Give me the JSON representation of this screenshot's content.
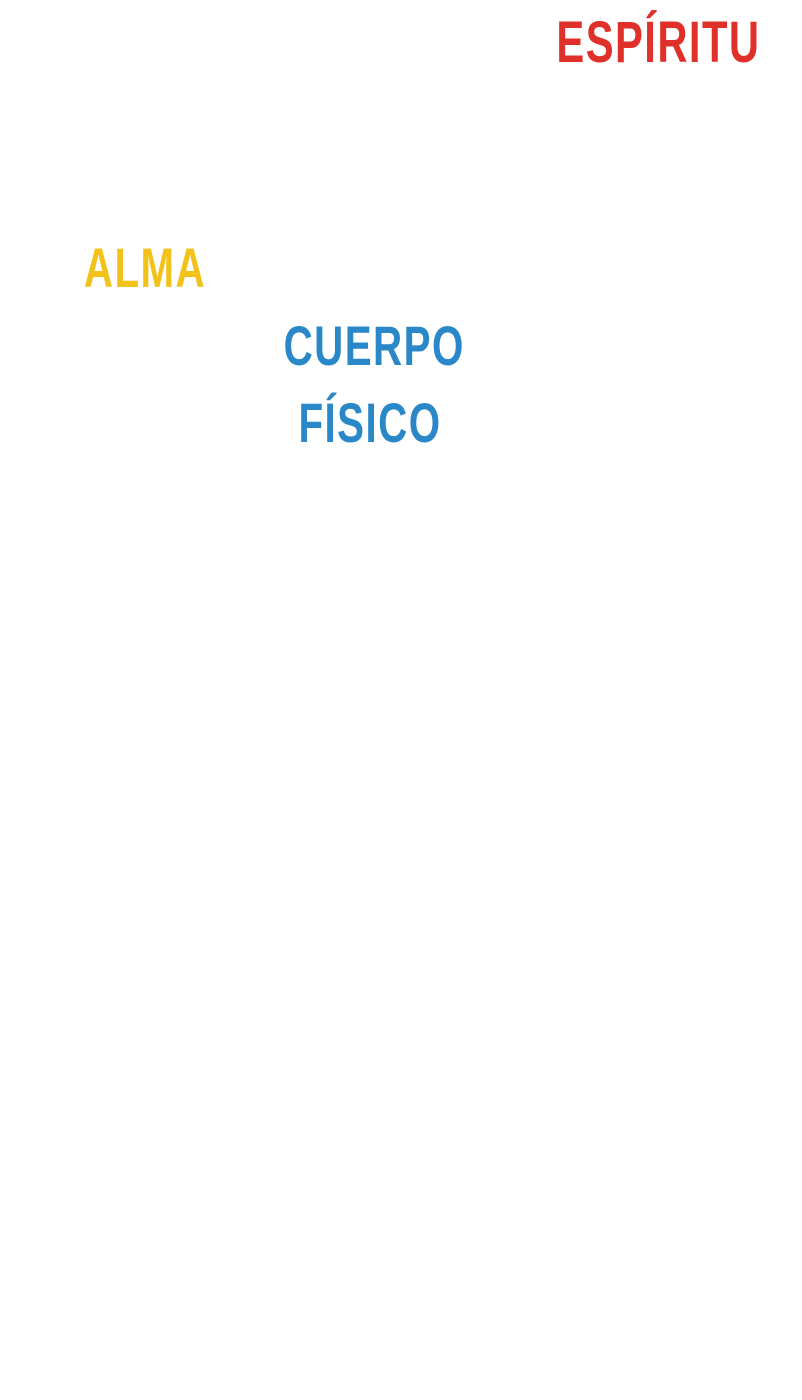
{
  "labels": {
    "espiritu": "ESPÍRITU",
    "alma": "ALMA",
    "cuerpo_line1": "CUERPO",
    "cuerpo_line2": "FÍSICO"
  },
  "colors": {
    "espiritu": "#e8452a",
    "alma": "#f5c518",
    "cuerpo": "#2f8fd0",
    "espiritu_text": "#e0302a",
    "alma_text": "#f2c21b",
    "cuerpo_text": "#2b88c8"
  },
  "icons": {
    "espiritu_figure": "standing-human-outline",
    "alma_figure": "standing-human-outline",
    "cuerpo_figure": "standing-human-outline"
  }
}
